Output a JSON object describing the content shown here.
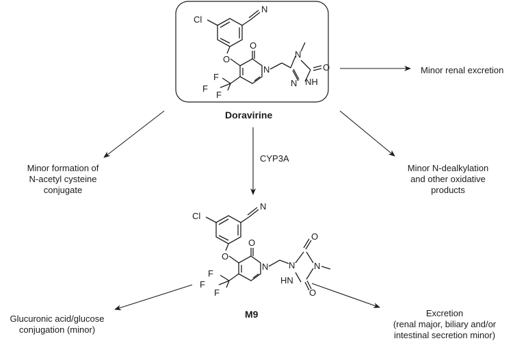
{
  "parent": {
    "name": "Doravirine",
    "atoms": {
      "cl": "Cl",
      "n_nitrile": "N",
      "o_ether": "O",
      "o_carbonyl": "O",
      "n_pyridone": "N",
      "f1": "F",
      "f2": "F",
      "f3": "F",
      "n_triazole": "N",
      "methyl": "—",
      "o_triazole": "O",
      "nh": "NH",
      "n_triazole2": "N"
    }
  },
  "metabolite": {
    "name": "M9",
    "atoms": {
      "cl": "Cl",
      "n_nitrile": "N",
      "o_ether": "O",
      "o_carbonyl": "O",
      "n_pyridone": "N",
      "f1": "F",
      "f2": "F",
      "f3": "F",
      "n_ring1": "N",
      "o_top": "O",
      "n_ring2": "N",
      "o_bottom": "O",
      "hn": "HN"
    }
  },
  "pathways": {
    "enzyme": "CYP3A",
    "renal_minor": "Minor renal excretion",
    "nac": [
      "Minor formation of",
      "N-acetyl cysteine",
      "conjugate"
    ],
    "dealkylation": [
      "Minor N-dealkylation",
      "and other oxidative",
      "products"
    ],
    "glucuronic": [
      "Glucuronic acid/glucose",
      "conjugation (minor)"
    ],
    "excretion": [
      "Excretion",
      "(renal major, biliary and/or",
      "intestinal secretion minor)"
    ]
  },
  "colors": {
    "ink": "#1a1a1a",
    "background": "#ffffff"
  }
}
